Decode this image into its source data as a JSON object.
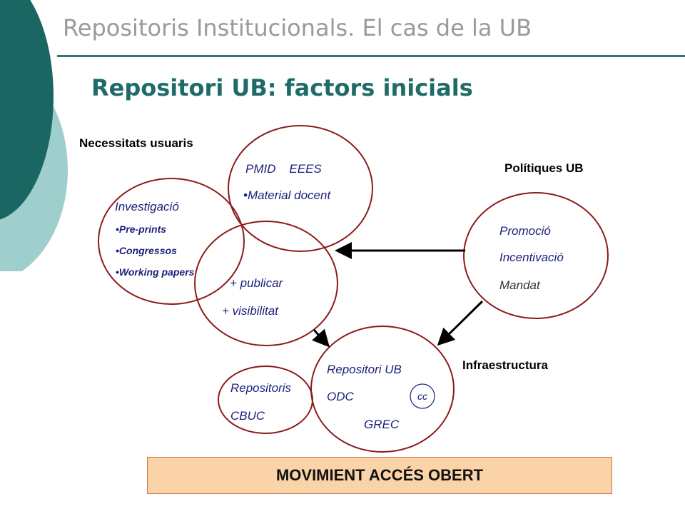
{
  "header": {
    "title": "Repositoris Institucionals. El cas de la UB"
  },
  "slide": {
    "title": "Repositori UB:  factors inicials"
  },
  "diagram": {
    "labels": {
      "necessitats": "Necessitats usuaris",
      "politiques": "Polítiques UB",
      "infraestructura": "Infraestructura"
    },
    "docencia": {
      "line1": "PMID    EEES",
      "line2": "•Material docent"
    },
    "investigacio": {
      "title": "Investigació",
      "items": [
        "•Pre-prints",
        "•Congressos",
        "•Working papers"
      ]
    },
    "publicar": {
      "line1": "+ publicar",
      "line2": "+ visibilitat"
    },
    "politiques_items": {
      "promocio": "Promoció",
      "incentivacio": "Incentivació",
      "mandat": "Mandat"
    },
    "infra": {
      "repositori": "Repositori UB",
      "odc": "ODC",
      "cc": "cc",
      "grec": "GREC"
    },
    "repositoris": {
      "line1": "Repositoris",
      "line2": "CBUC"
    },
    "colors": {
      "circle": "#8b1a1a",
      "arrow": "#000000",
      "text_blue": "#1c1f7a"
    }
  },
  "banner": {
    "text": "MOVIMIENT ACCÉS OBERT"
  }
}
